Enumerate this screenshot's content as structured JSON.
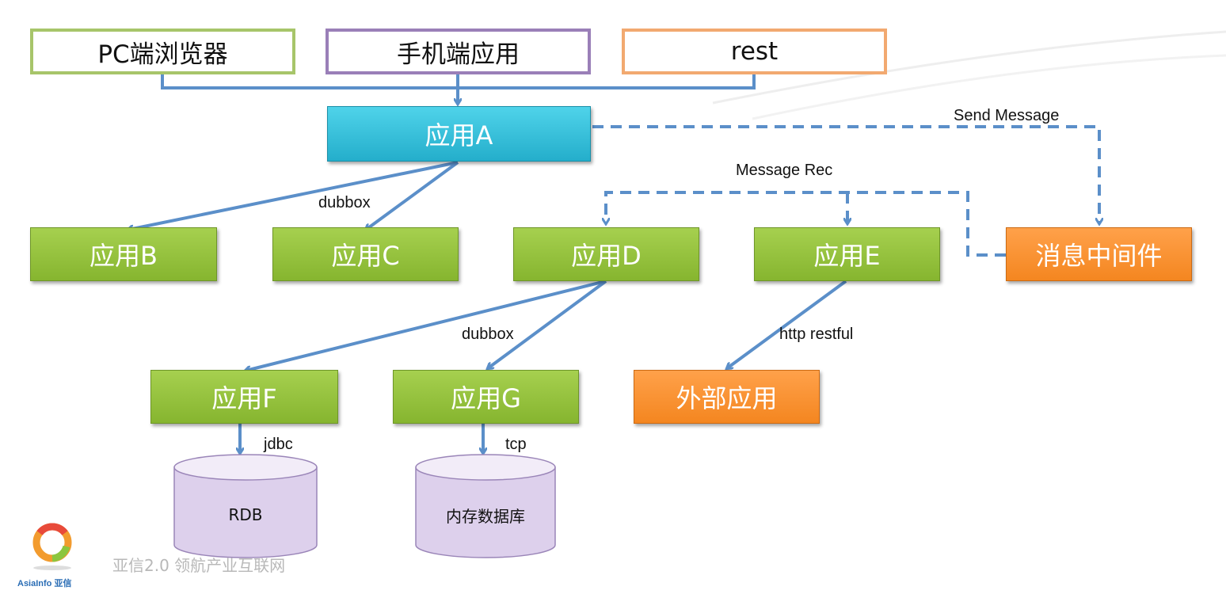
{
  "clients": {
    "pc_browser": "PC端浏览器",
    "mobile_app": "手机端应用",
    "rest": "rest"
  },
  "nodes": {
    "app_a": "应用A",
    "app_b": "应用B",
    "app_c": "应用C",
    "app_d": "应用D",
    "app_e": "应用E",
    "app_f": "应用F",
    "app_g": "应用G",
    "message_middleware": "消息中间件",
    "external_app": "外部应用"
  },
  "databases": {
    "rdb": "RDB",
    "memory_db": "内存数据库"
  },
  "edge_labels": {
    "send_message": "Send Message",
    "message_rec": "Message Rec",
    "dubbox_top": "dubbox",
    "dubbox_mid": "dubbox",
    "http_restful": "http restful",
    "jdbc": "jdbc",
    "tcp": "tcp"
  },
  "footer": {
    "slogan": "亚信2.0  领航产业互联网",
    "logo_text": "AsiaInfo 亚信"
  },
  "colors": {
    "green_box": "#8fbd3a",
    "blue_box": "#2fbad6",
    "orange_box": "#f48a25",
    "arrow": "#5b8fc9",
    "db_fill": "#e4d7f0"
  }
}
